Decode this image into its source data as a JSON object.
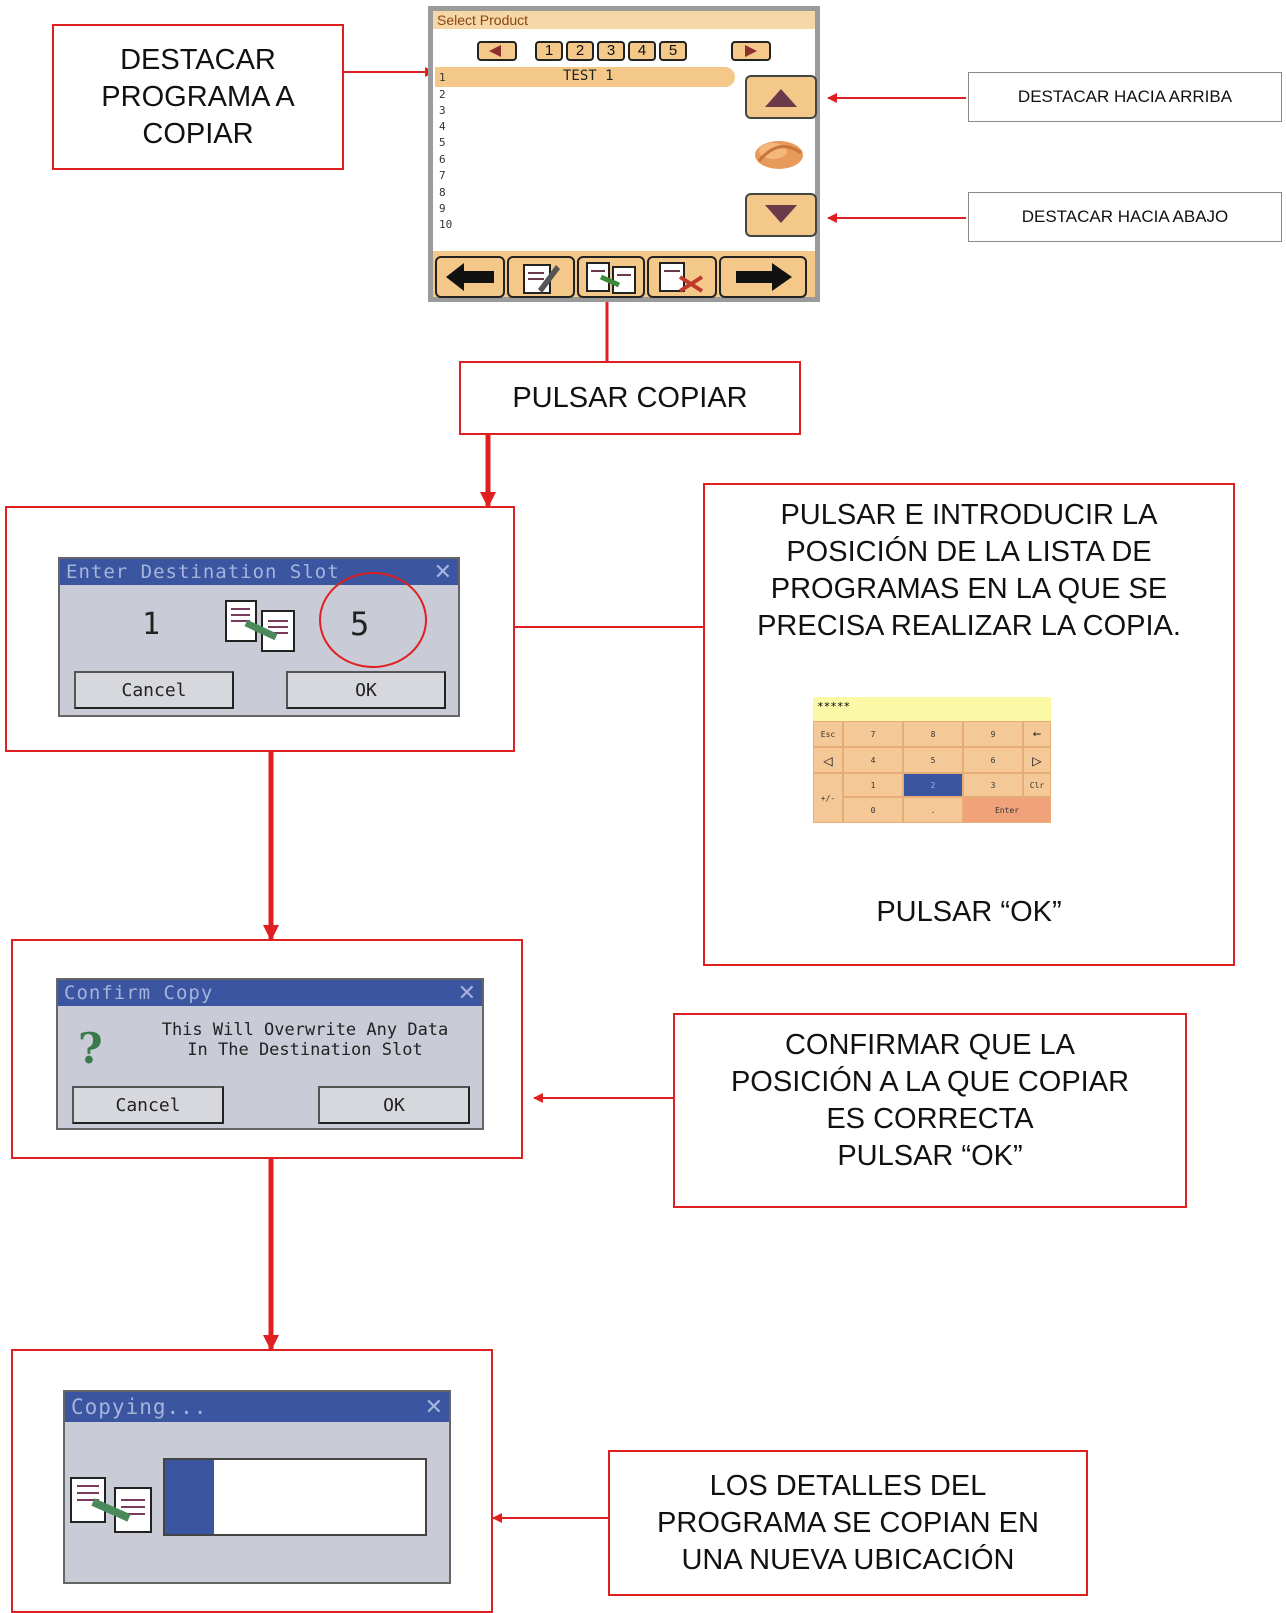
{
  "callouts": {
    "highlight_program": "DESTACAR\nPROGRAMA A\nCOPIAR",
    "scroll_up": "DESTACAR HACIA ARRIBA",
    "scroll_down": "DESTACAR HACIA ABAJO",
    "press_copy": "PULSAR COPIAR",
    "enter_position": "PULSAR E INTRODUCIR LA\nPOSICIÓN DE LA LISTA DE\nPROGRAMAS EN LA QUE SE\nPRECISA REALIZAR LA COPIA.",
    "press_ok": "PULSAR “OK”",
    "confirm": "CONFIRMAR QUE LA\nPOSICIÓN A LA QUE COPIAR\nES CORRECTA\nPULSAR “OK”",
    "copy_details": "LOS DETALLES DEL\nPROGRAMA SE COPIAN EN\nUNA NUEVA UBICACIÓN"
  },
  "product_screen": {
    "title": "Select Product",
    "pages": [
      "1",
      "2",
      "3",
      "4",
      "5"
    ],
    "rows": [
      "1",
      "2",
      "3",
      "4",
      "5",
      "6",
      "7",
      "8",
      "9",
      "10"
    ],
    "selected_row_text": "TEST 1"
  },
  "dest_dialog": {
    "title": "Enter Destination Slot",
    "source": "1",
    "destination": "5",
    "cancel": "Cancel",
    "ok": "OK"
  },
  "keypad": {
    "display": "*****",
    "keys": [
      "Esc",
      "7",
      "8",
      "9",
      "←",
      "◁",
      "4",
      "5",
      "6",
      "▷",
      "+/-",
      "1",
      "2",
      "3",
      "Clr",
      "0",
      ".",
      "Enter"
    ]
  },
  "confirm_dialog": {
    "title": "Confirm Copy",
    "message_line1": "This Will Overwrite Any Data",
    "message_line2": "In The Destination Slot",
    "cancel": "Cancel",
    "ok": "OK"
  },
  "copying_dialog": {
    "title": "Copying...",
    "progress": 0.19
  },
  "colors": {
    "arrow": "#e02020",
    "title_bar": "#3b55a0",
    "dialog_bg": "#c9ccd6",
    "screen_accent": "#f4c889"
  }
}
